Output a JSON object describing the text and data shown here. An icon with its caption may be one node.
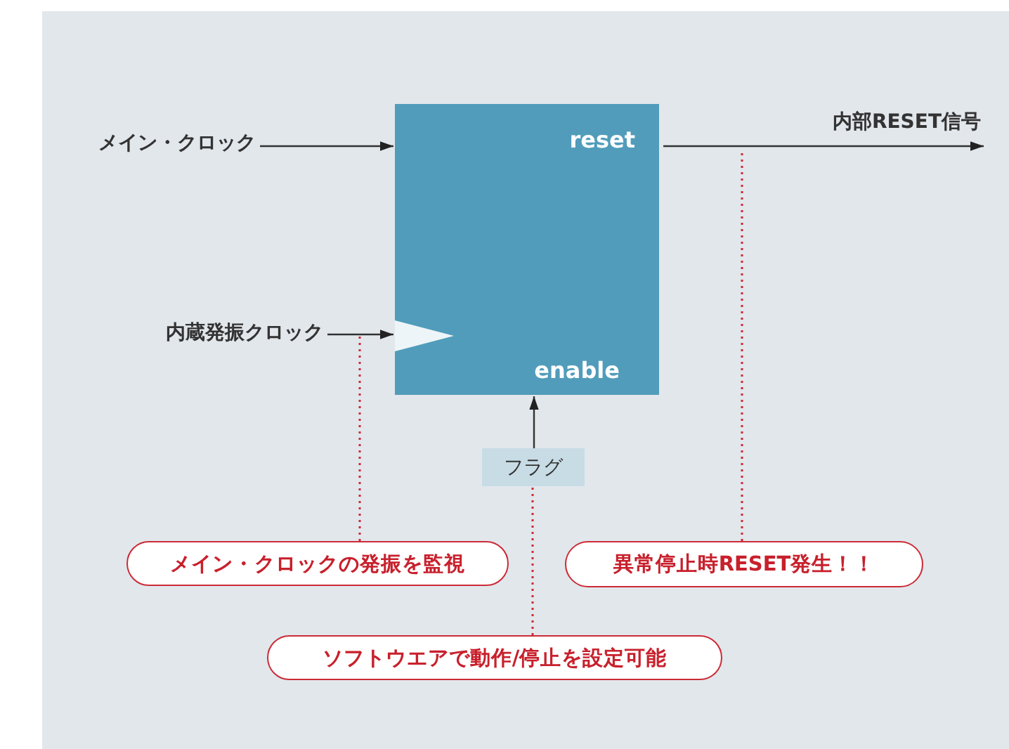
{
  "diagram": {
    "nodes": [
      {
        "text": [
          "reset",
          "enable"
        ]
      },
      {
        "text": [
          "メイン・クロック"
        ]
      },
      {
        "text": [
          "内蔵発振クロック"
        ]
      },
      {
        "text": [
          "フラグ"
        ]
      },
      {
        "text": [
          "メイン・クロックの発振を監視"
        ]
      },
      {
        "text": [
          "異常停止時RESET発生！！"
        ]
      },
      {
        "text": [
          "ソフトウエアで動作/停止を設定可能"
        ]
      }
    ],
    "edges": [
      {
        "from": 1,
        "to": 0,
        "arrow": "to"
      },
      {
        "from": 2,
        "to": 0,
        "arrow": "to"
      },
      {
        "from": 0,
        "to": null,
        "arrow": "to",
        "label": "内部RESET信号"
      },
      {
        "from": 3,
        "to": 0,
        "arrow": "to"
      },
      {
        "from": 4,
        "to": null,
        "arrow": "none",
        "style": "dashed",
        "color": "#cc2b36"
      },
      {
        "from": 5,
        "to": null,
        "arrow": "none",
        "style": "dashed",
        "color": "#cc2b36"
      },
      {
        "from": 6,
        "to": 3,
        "arrow": "none",
        "style": "dashed",
        "color": "#cc2b36"
      }
    ]
  }
}
